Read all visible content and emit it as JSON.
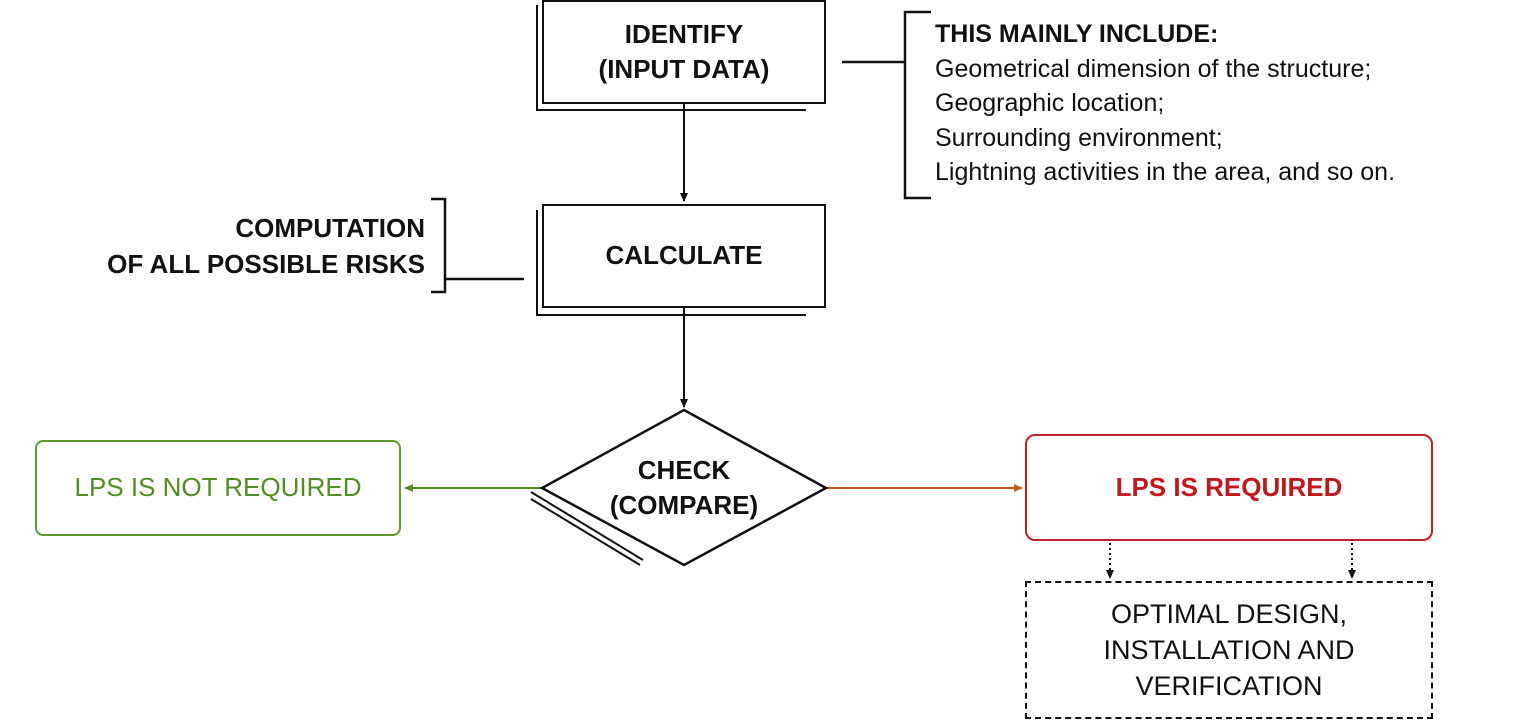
{
  "nodes": {
    "identify": {
      "line1": "IDENTIFY",
      "line2": "(INPUT DATA)"
    },
    "calculate": {
      "label": "CALCULATE"
    },
    "check": {
      "line1": "CHECK",
      "line2": "(COMPARE)"
    },
    "not_required": {
      "label": "LPS IS NOT REQUIRED"
    },
    "required": {
      "label": "LPS IS REQUIRED"
    },
    "optimal": {
      "line1": "OPTIMAL DESIGN,",
      "line2": "INSTALLATION AND",
      "line3": "VERIFICATION"
    }
  },
  "annotations": {
    "computation": {
      "line1": "COMPUTATION",
      "line2": "OF ALL POSSIBLE RISKS"
    },
    "input_list": {
      "heading": "THIS MAINLY INCLUDE:",
      "items": [
        "Geometrical dimension of the structure;",
        "Geographic location;",
        "Surrounding environment;",
        "Lightning activities in the area, and so on."
      ]
    }
  },
  "colors": {
    "not_required": "#4f8f22",
    "required": "#c0181d",
    "arrow_red": "#c05a1e",
    "stroke": "#111111"
  }
}
